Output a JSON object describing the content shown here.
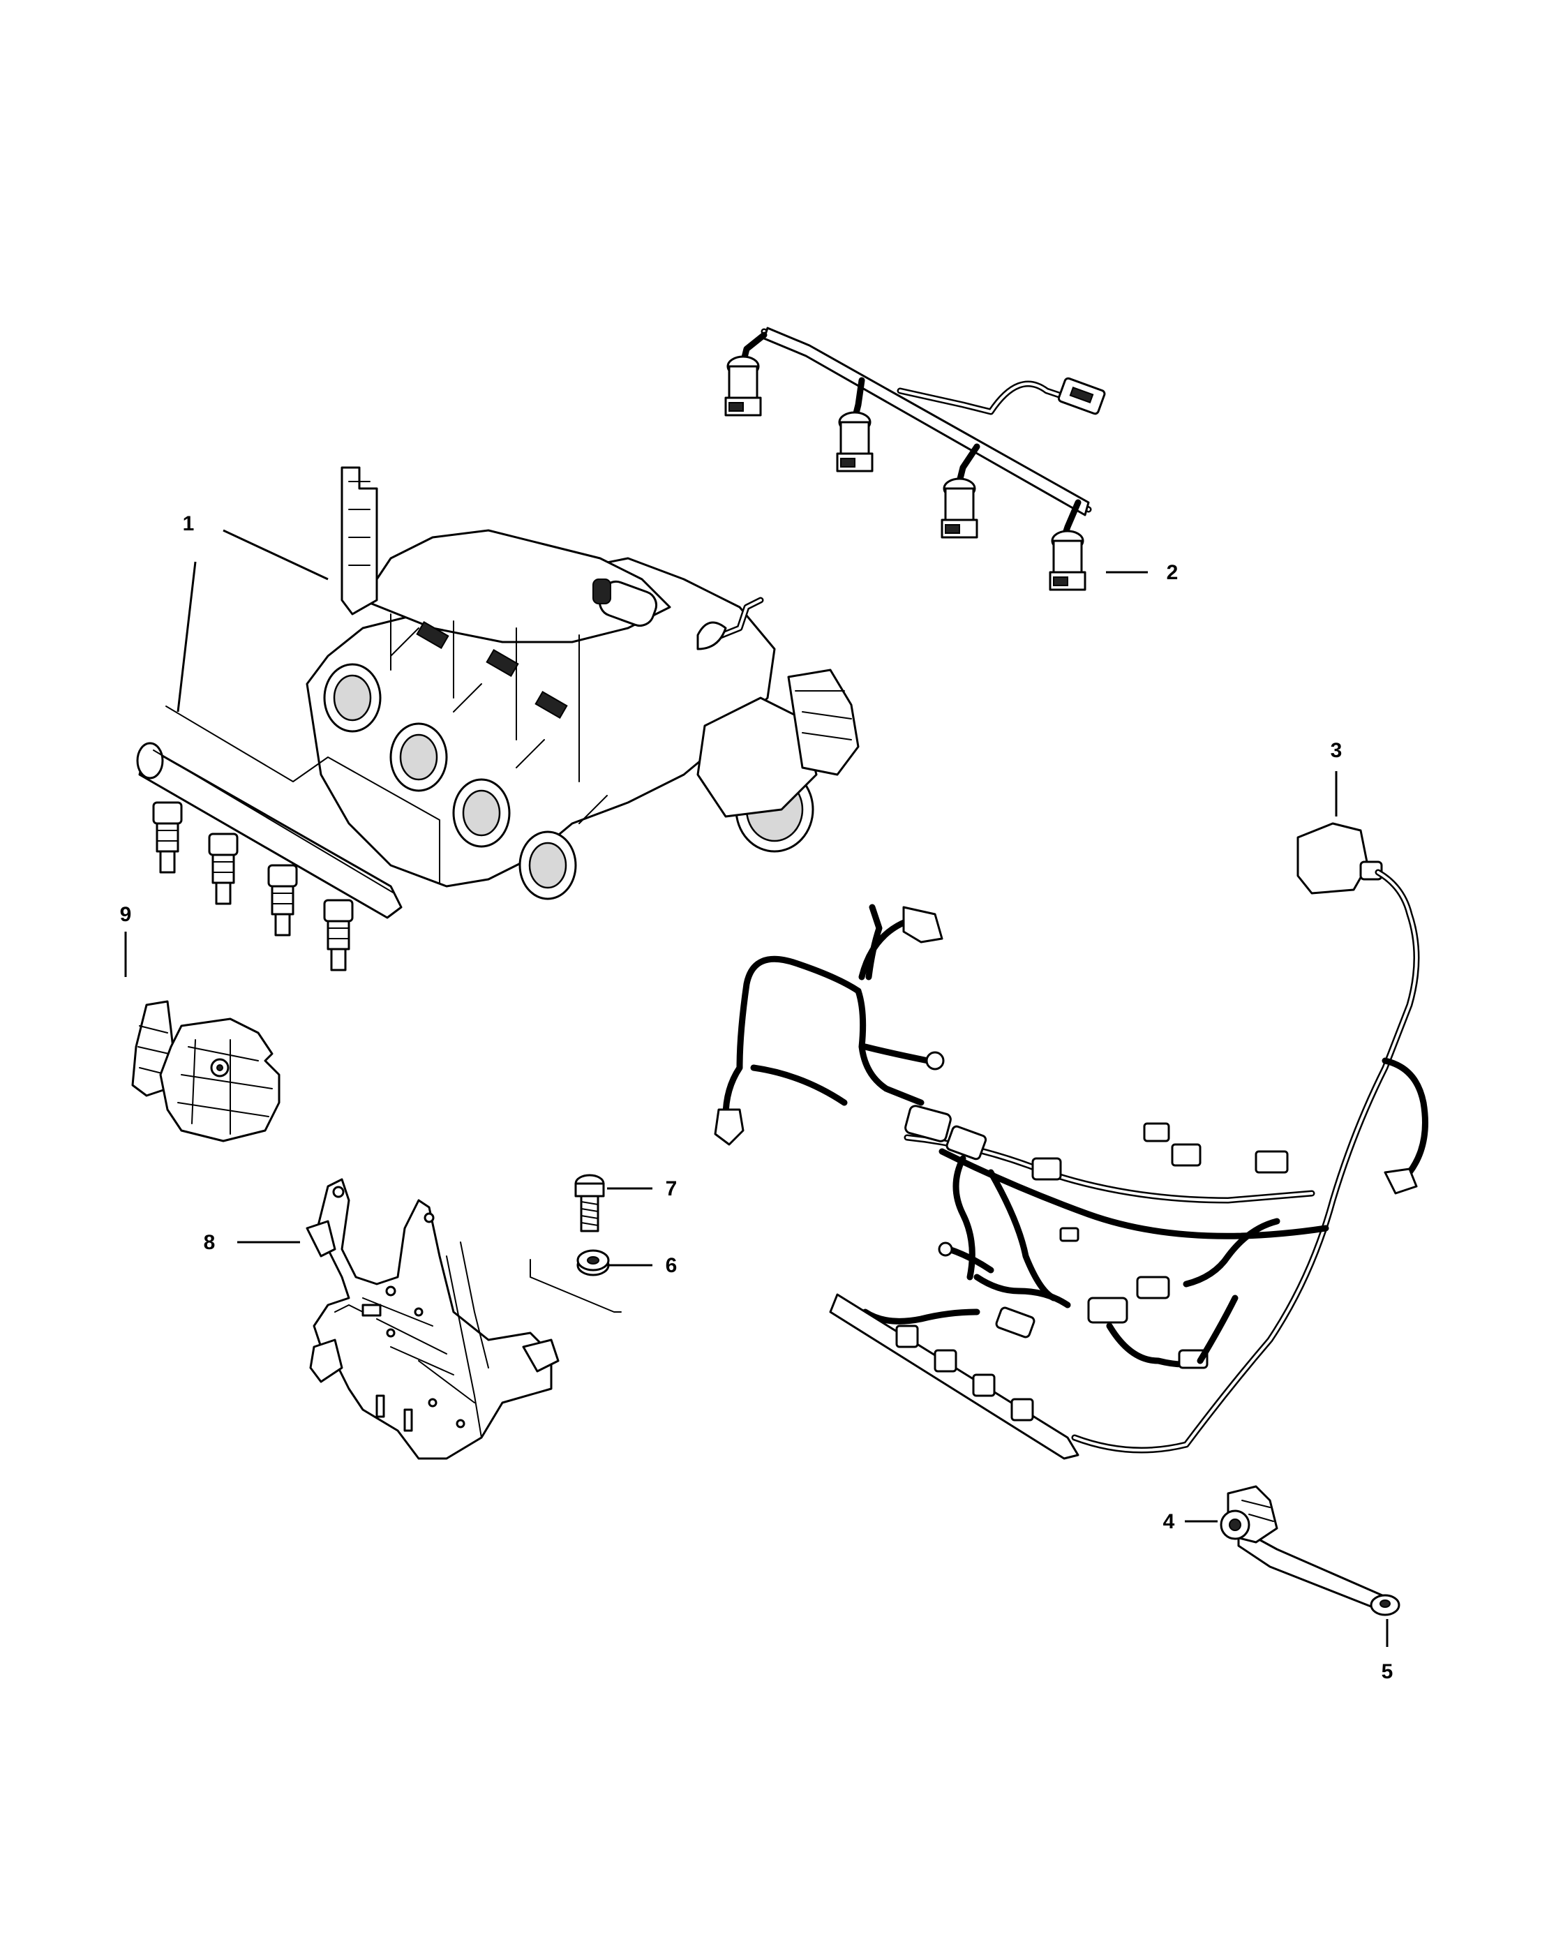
{
  "callouts": {
    "c1": "1",
    "c2": "2",
    "c3": "3",
    "c4": "4",
    "c5": "5",
    "c6": "6",
    "c7": "7",
    "c8": "8",
    "c9": "9"
  },
  "parts": [
    {
      "callout": "1",
      "part": "intake-manifold-fuel-rail-injectors"
    },
    {
      "callout": "2",
      "part": "injector-wiring-harness"
    },
    {
      "callout": "3",
      "part": "engine-wiring-harness"
    },
    {
      "callout": "4",
      "part": "harness-clip"
    },
    {
      "callout": "5",
      "part": "harness-bracket"
    },
    {
      "callout": "6",
      "part": "nut"
    },
    {
      "callout": "7",
      "part": "bolt"
    },
    {
      "callout": "8",
      "part": "mounting-bracket"
    },
    {
      "callout": "9",
      "part": "connector-cover"
    }
  ]
}
